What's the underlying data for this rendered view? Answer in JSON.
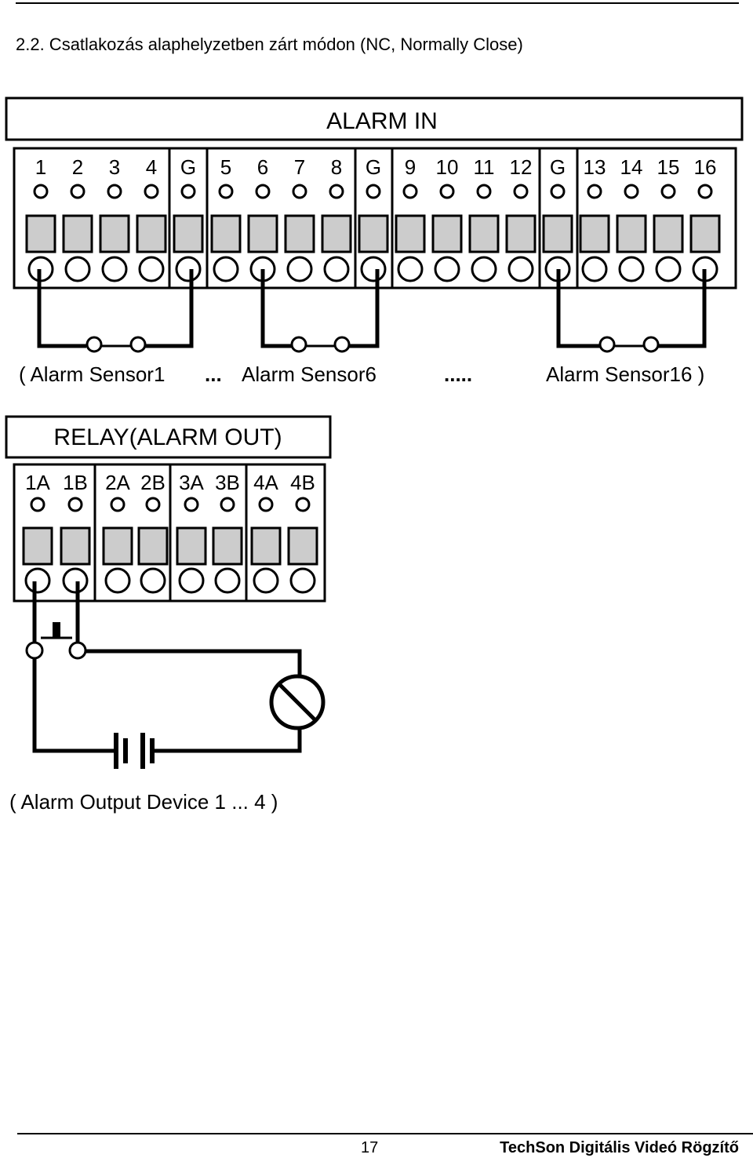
{
  "section_title": "2.2. Csatlakozás alaphelyzetben zárt módon (NC, Normally Close)",
  "alarm_in": {
    "header": "ALARM IN",
    "terminals": [
      "1",
      "2",
      "3",
      "4",
      "G",
      "5",
      "6",
      "7",
      "8",
      "G",
      "9",
      "10",
      "11",
      "12",
      "G",
      "13",
      "14",
      "15",
      "16"
    ],
    "sensor_caption_left": "( Alarm Sensor1",
    "sensor_caption_dots": "...",
    "sensor_caption_mid": "Alarm Sensor6",
    "sensor_caption_ellipsis": ".....",
    "sensor_caption_right": "Alarm Sensor16 )"
  },
  "relay": {
    "header": "RELAY(ALARM OUT)",
    "terminals": [
      "1A",
      "1B",
      "2A",
      "2B",
      "3A",
      "3B",
      "4A",
      "4B"
    ],
    "device_caption": "( Alarm Output Device 1 ... 4 )"
  },
  "footer": {
    "page_number": "17",
    "doc_title": "TechSon Digitális Videó Rögzítő"
  }
}
